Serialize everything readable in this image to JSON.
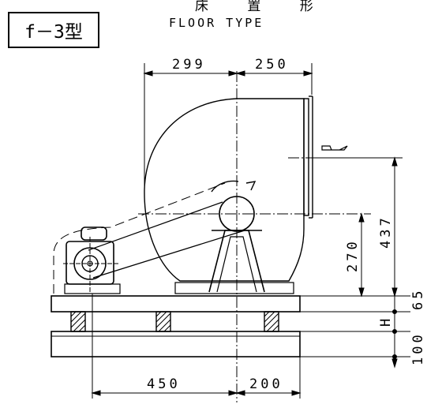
{
  "header": {
    "model_label": "f－3型",
    "title_jp": "床 置 形",
    "title_en": "FLOOR TYPE"
  },
  "dimensions": {
    "top_left": "299",
    "top_right": "250",
    "height_total": "437",
    "height_shaft": "270",
    "base_top": "65",
    "base_gap": "H",
    "base_bottom": "100",
    "bottom_left": "450",
    "bottom_right": "200"
  }
}
